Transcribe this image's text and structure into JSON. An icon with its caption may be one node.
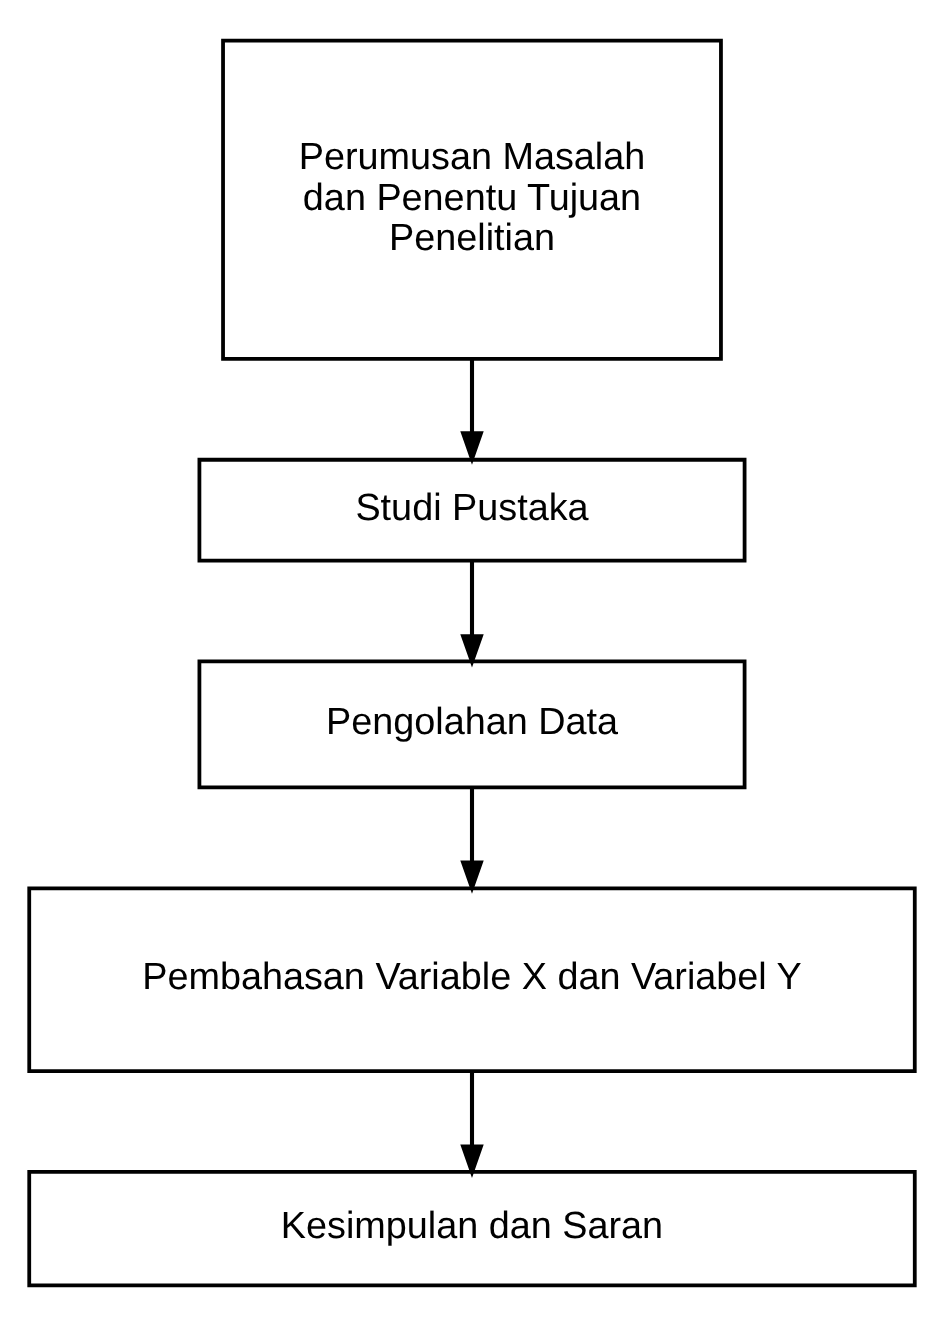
{
  "diagram": {
    "nodes": [
      {
        "text": [
          "Perumusan Masalah dan Penentu Tujuan Penelitian"
        ]
      },
      {
        "text": [
          "Studi Pustaka"
        ]
      },
      {
        "text": [
          "Pengolahan Data"
        ]
      },
      {
        "text": [
          "Pembahasan Variable X dan Variabel Y"
        ]
      },
      {
        "text": [
          "Kesimpulan dan Saran"
        ]
      }
    ],
    "edges": [
      {
        "from": 0,
        "to": 1,
        "arrow": "to"
      },
      {
        "from": 1,
        "to": 2,
        "arrow": "to"
      },
      {
        "from": 2,
        "to": 3,
        "arrow": "to"
      },
      {
        "from": 3,
        "to": 4,
        "arrow": "to"
      }
    ]
  }
}
